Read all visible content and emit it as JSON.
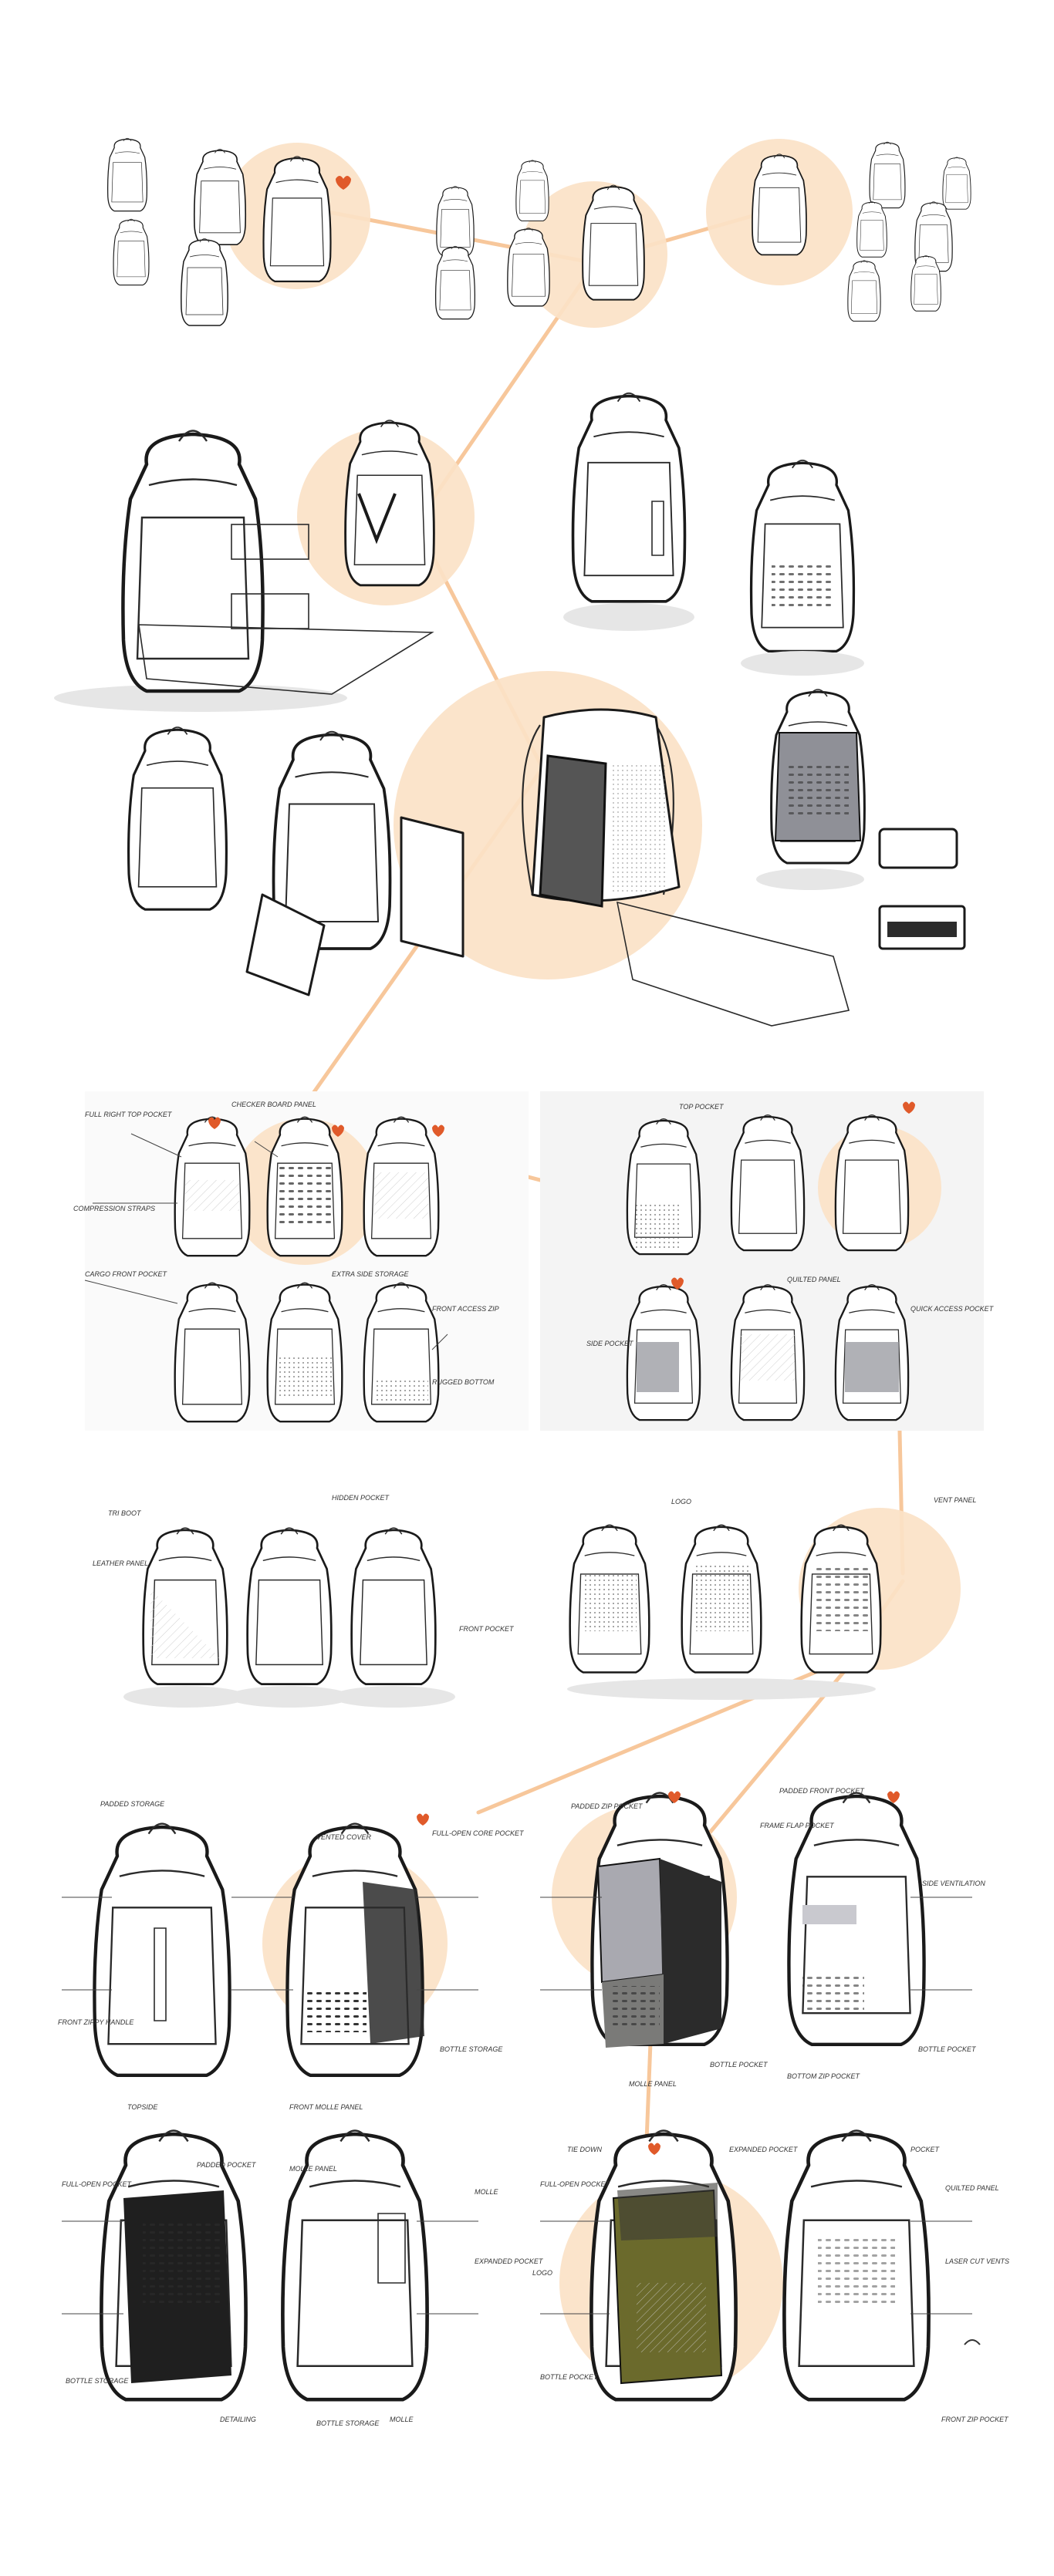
{
  "colors": {
    "highlight": "#fbe2c7",
    "connector": "#f7c79b",
    "ink": "#1a1a1a",
    "shade_dark": "#2b2b2b",
    "shade_mid": "#8f9097",
    "olive": "#6b6a2c",
    "accent_heart": "#e05a2a"
  },
  "row4_callouts": {
    "left": [
      "FULL RIGHT TOP POCKET",
      "COMPRESSION STRAPS",
      "CARGO FRONT POCKET"
    ],
    "center": [
      "CHECKER BOARD PANEL",
      "EXTRA SIDE STORAGE",
      "FRONT ACCESS ZIP",
      "RUGGED BOTTOM"
    ],
    "right": [
      "TOP POCKET",
      "QUILTED PANEL",
      "SIDE POCKET",
      "QUICK ACCESS POCKET"
    ]
  },
  "row5_callouts": [
    "TRI BOOT",
    "LEATHER PANEL",
    "HIDDEN POCKET",
    "FRONT POCKET",
    "LOGO",
    "VENT PANEL"
  ],
  "row6_callouts": {
    "left": [
      "PADDED STORAGE",
      "FRONT ZIPPY HANDLE",
      "TOPSIDE"
    ],
    "center": [
      "VENTED COVER",
      "FULL-OPEN CORE POCKET",
      "FRONT MOLLE PANEL",
      "BOTTLE STORAGE"
    ],
    "right_a": [
      "PADDED ZIP POCKET",
      "FRAME FLAP POCKET",
      "MOLLE PANEL",
      "BOTTLE POCKET"
    ],
    "right_b": [
      "PADDED FRONT POCKET",
      "SIDE VENTILATION",
      "BOTTOM ZIP POCKET",
      "BOTTLE POCKET"
    ]
  },
  "row7_callouts": {
    "left_a": [
      "FULL-OPEN POCKET",
      "PADDED POCKET",
      "BOTTLE STORAGE",
      "DETAILING"
    ],
    "left_b": [
      "MOLLE PANEL",
      "MOLLE",
      "EXPANDED POCKET",
      "BOTTLE STORAGE",
      "MOLLE"
    ],
    "right_a": [
      "TIE DOWN",
      "EXPANDED POCKET",
      "FULL-OPEN POCKET",
      "LOGO",
      "BOTTLE POCKET"
    ],
    "right_b": [
      "POCKET",
      "QUILTED PANEL",
      "LASER CUT VENTS",
      "FRONT ZIP POCKET"
    ]
  }
}
